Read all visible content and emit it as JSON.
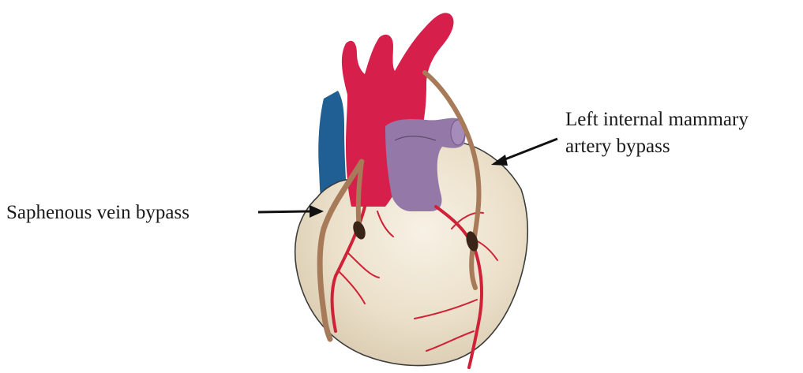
{
  "labels": {
    "lima_line1": "Left internal mammary",
    "lima_line2": "artery bypass",
    "saphenous": "Saphenous vein bypass"
  },
  "colors": {
    "aorta": "#d61f4b",
    "vena_cava": "#1f5f94",
    "pulmonary_artery": "#9478a8",
    "heart_body": "#eadfc8",
    "coronary_artery": "#cf2238",
    "graft": "#a77a59",
    "anastomosis": "#3a2418",
    "outline": "#3c3c3c"
  }
}
